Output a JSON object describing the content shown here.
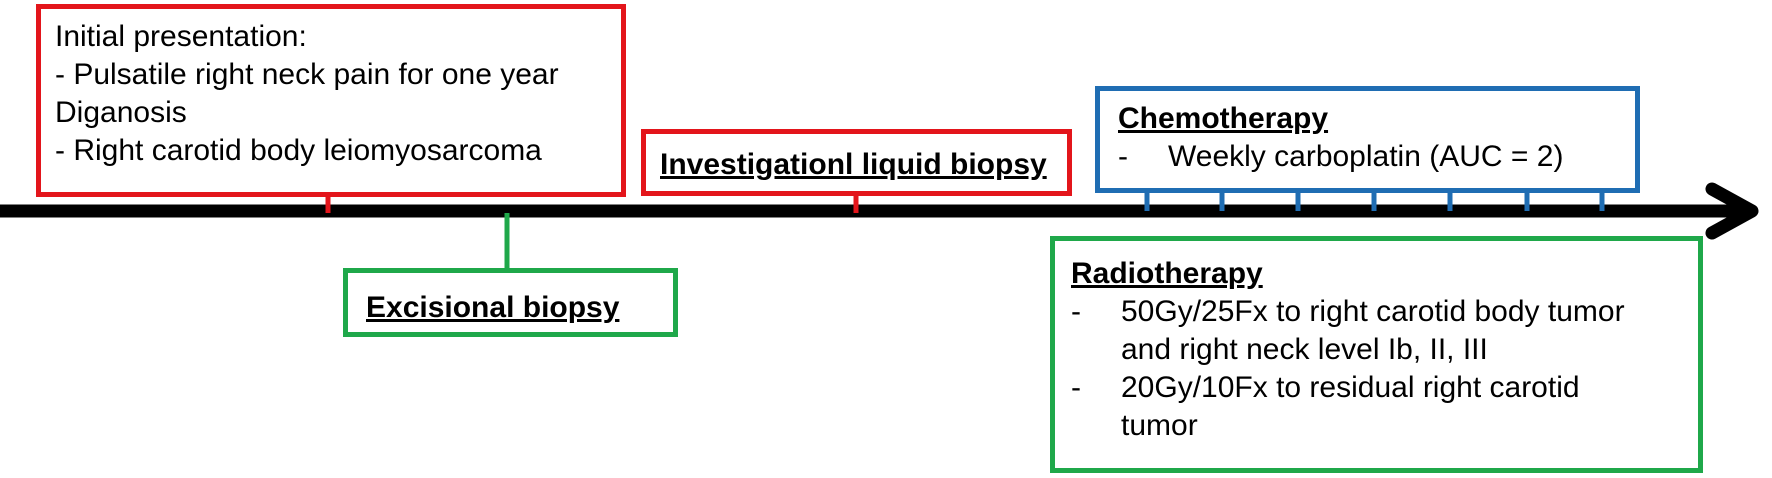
{
  "colors": {
    "red": "#e3151b",
    "green": "#1fa84a",
    "blue": "#1f6db3",
    "axis": "#000000"
  },
  "initial_box": {
    "line1": "Initial presentation:",
    "line2": "- Pulsatile right neck pain for one year",
    "line3": "Diganosis",
    "line4": "- Right carotid body leiomyosarcoma"
  },
  "excisional_box": {
    "title": "Excisional biopsy"
  },
  "liquid_box": {
    "title": "Investigationl liquid biopsy"
  },
  "chemo_box": {
    "title": "Chemotherapy",
    "bullet": "-",
    "item": "Weekly carboplatin (AUC = 2)"
  },
  "radio_box": {
    "title": "Radiotherapy",
    "bullet": "-",
    "item1_line1": "50Gy/25Fx to right carotid body tumor",
    "item1_line2": "and right neck level Ib, II, III",
    "item2_line1": "20Gy/10Fx to residual right carotid",
    "item2_line2": "tumor"
  }
}
